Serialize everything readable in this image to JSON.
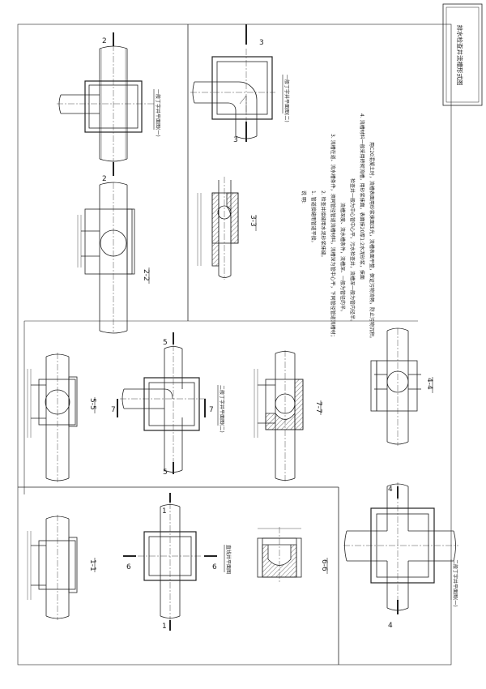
{
  "title_block": {
    "title": "排水检查井流槽形式图"
  },
  "sections": {
    "s2_top": "2",
    "s2_bottom": "2",
    "s3_top": "3",
    "s3_bottom": "3",
    "s5_top": "5",
    "s5_bottom": "5",
    "s7_left": "7",
    "s7_right": "7",
    "s6_left": "6",
    "s6_right": "6",
    "s1_top": "1",
    "s1_bottom": "1",
    "s4_top": "4",
    "s4_bottom": "4"
  },
  "captions": {
    "plan_t1": "一般丁字井平面图(一)",
    "plan_elbow": "一般丁字井平面图(二)",
    "plan_t2": "二般丁字井平面图(二)",
    "plan_straight": "直线井平面图",
    "plan_cross": "二般丁字井平面图(一)",
    "sec_2_2": "2-2",
    "sec_3_3": "3-3",
    "sec_5_5": "5-5",
    "sec_7_7": "7-7",
    "sec_4_4": "4-4",
    "sec_1_1": "1-1",
    "sec_6_6": "6-6"
  },
  "notes": {
    "heading": "说 明:",
    "n1": "1. 管道接缝用管道平接。",
    "n2": "2. 检查井接缝用水泥砂浆抹缝。",
    "n3": "3. 流槽在道、流水槽条件，须同管径管道流槽材料，流槽深为管中心平，下同管径管道流槽材；",
    "n3b": "流槽深度、流水槽条件，流槽深、一般为管径的半。",
    "n3c": "检查井一般为中心管中心平，污水检查井，流槽深一般为管内径半。",
    "n4": "4. 流槽材料一般采用砖砌流槽，用砂浆抹面，表面抹20厚1:2水泥砂浆，抹面",
    "n4b": "用C20混凝土时，流槽表面用砂浆抹面压光，流槽表面平整，保证污物流畅，防止污物沉积。"
  }
}
